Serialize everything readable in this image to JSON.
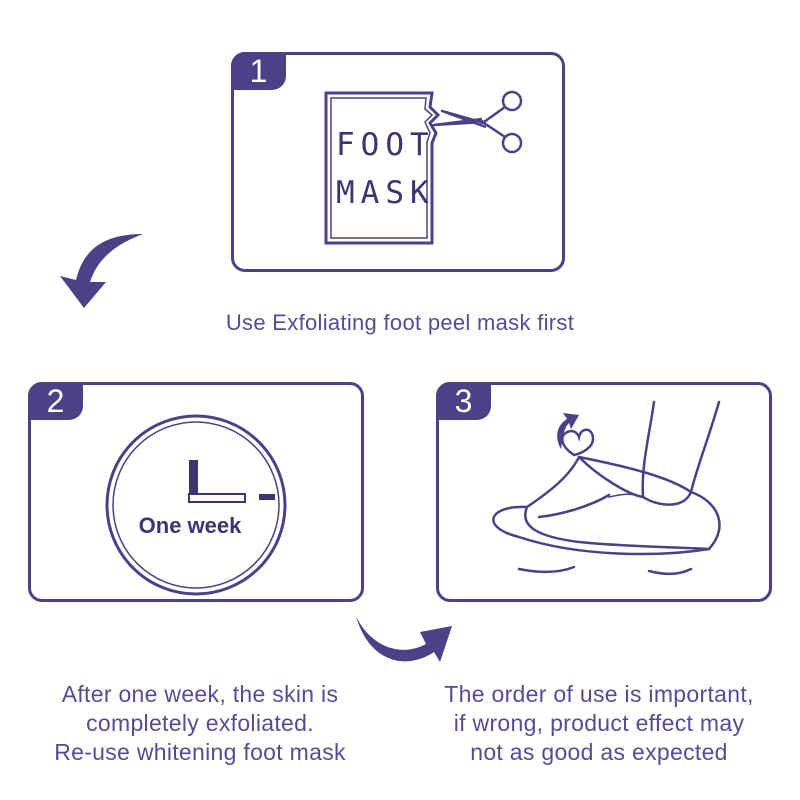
{
  "steps": [
    {
      "number": "1",
      "caption": [
        "Use Exfoliating foot peel mask first"
      ],
      "package_text": [
        "FOOT",
        "MASK"
      ]
    },
    {
      "number": "2",
      "caption": [
        "After one week, the skin is",
        "completely exfoliated.",
        "Re-use whitening foot mask"
      ],
      "clock_label": "One week"
    },
    {
      "number": "3",
      "caption": [
        "The order of use is important,",
        "if wrong, product effect may",
        "not as good as expected"
      ]
    }
  ],
  "colors": {
    "accent": "#4e4087",
    "text": "#5a4a96"
  },
  "icons": [
    "scissors-icon",
    "foot-mask-package-icon",
    "clock-icon",
    "foot-icon",
    "heart-icon",
    "curved-arrow-icon"
  ]
}
